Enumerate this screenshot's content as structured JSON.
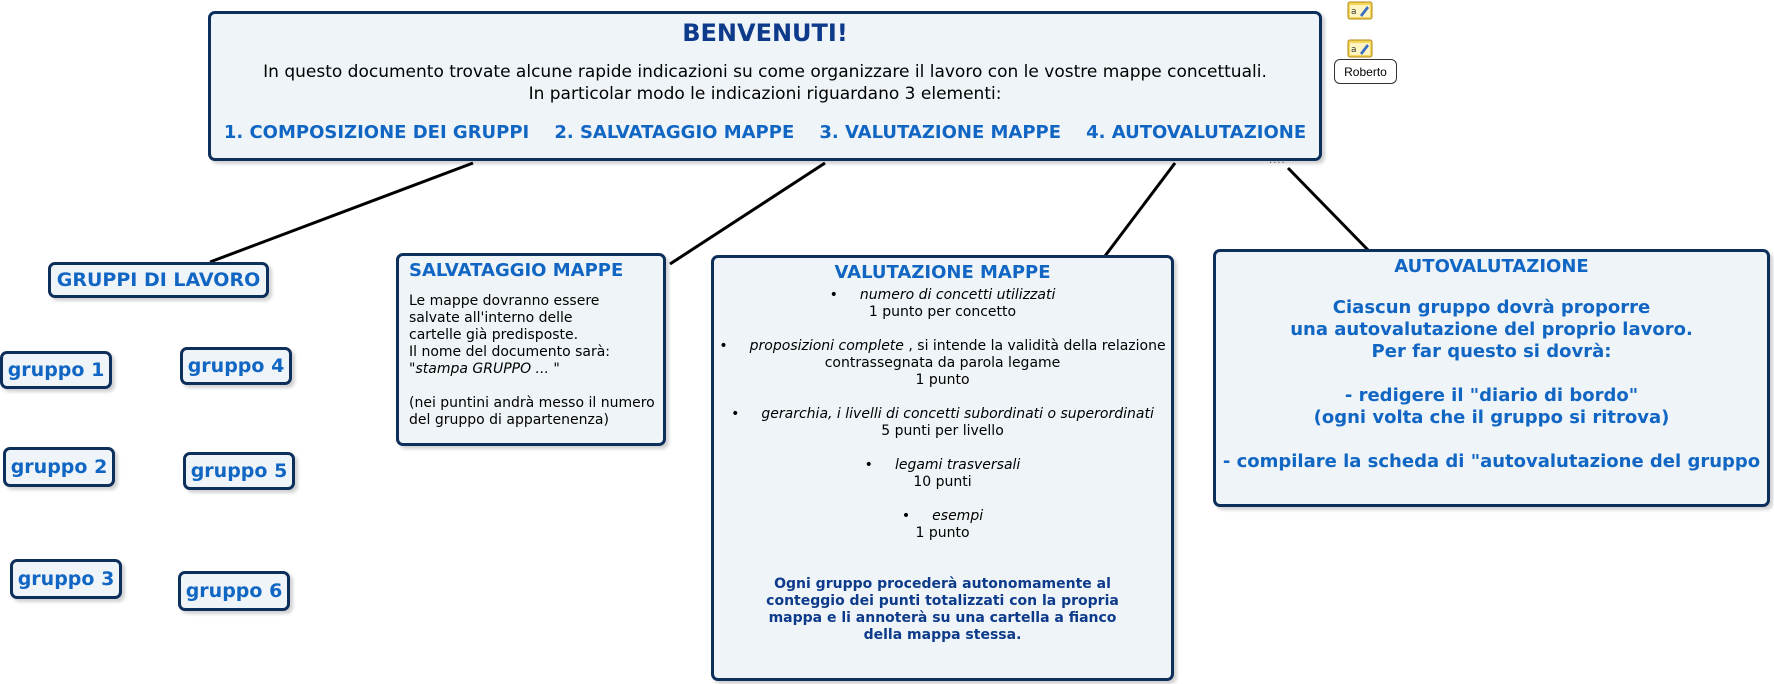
{
  "main": {
    "title": "BENVENUTI!",
    "intro_line1": "In questo documento trovate alcune rapide indicazioni su come organizzare il lavoro con le vostre mappe concettuali.",
    "intro_line2": "In particolar modo le indicazioni riguardano 3 elementi:",
    "sections": [
      "1. COMPOSIZIONE DEI GRUPPI",
      "2. SALVATAGGIO MAPPE",
      "3. VALUTAZIONE MAPPE",
      "4. AUTOVALUTAZIONE"
    ],
    "ellipsis": "...."
  },
  "annotation": {
    "author": "Roberto",
    "note_icon": "note-icon"
  },
  "gruppi": {
    "title": "GRUPPI DI LAVORO",
    "items": [
      "gruppo 1",
      "gruppo 4",
      "gruppo 2",
      "gruppo 5",
      "gruppo 3",
      "gruppo 6"
    ]
  },
  "salvataggio": {
    "title": "SALVATAGGIO MAPPE",
    "line1": "Le mappe dovranno essere",
    "line2": "salvate all'interno delle",
    "line3": "cartelle già predisposte.",
    "line4": "Il nome del documento sarà:",
    "line5_quote_open": "\"",
    "line5_italic": "stampa  GRUPPO ... ",
    "line5_quote_close": "\"",
    "line6": "(nei puntini andrà messo il numero",
    "line7": "del gruppo di appartenenza)"
  },
  "valutazione": {
    "title": "VALUTAZIONE MAPPE",
    "criteria": [
      {
        "term": "numero di concetti utilizzati",
        "extra": "",
        "detail": "",
        "points": "1 punto per concetto"
      },
      {
        "term": "proposizioni complete",
        "extra": " , si intende la validità della relazione",
        "detail": "contrassegnata da parola legame",
        "points": "1 punto"
      },
      {
        "term": "gerarchia, i livelli di concetti subordinati o superordinati",
        "extra": "",
        "detail": "",
        "points": "5 punti per livello"
      },
      {
        "term": "legami trasversali",
        "extra": "",
        "detail": "",
        "points": "10 punti"
      },
      {
        "term": "esempi",
        "extra": "",
        "detail": "",
        "points": "1 punto"
      }
    ],
    "footer_line1": "Ogni gruppo procederà autonomamente al",
    "footer_line2": "conteggio dei punti totalizzati con la propria",
    "footer_line3": "mappa e li annoterà su una cartella a fianco",
    "footer_line4": "della mappa stessa."
  },
  "autovalutazione": {
    "title": "AUTOVALUTAZIONE",
    "line1": "Ciascun gruppo dovrà proporre",
    "line2": "una autovalutazione del proprio lavoro.",
    "line3": "Per far questo si dovrà:",
    "line4": "- redigere il \"diario di bordo\"",
    "line5": "(ogni volta che il gruppo si ritrova)",
    "line6": "- compilare la scheda di \"autovalutazione del gruppo"
  },
  "colors": {
    "accent": "#1166c4",
    "border": "#0d2f5c",
    "node_bg": "#eef4f7",
    "footer_text": "#0d3a8a"
  }
}
